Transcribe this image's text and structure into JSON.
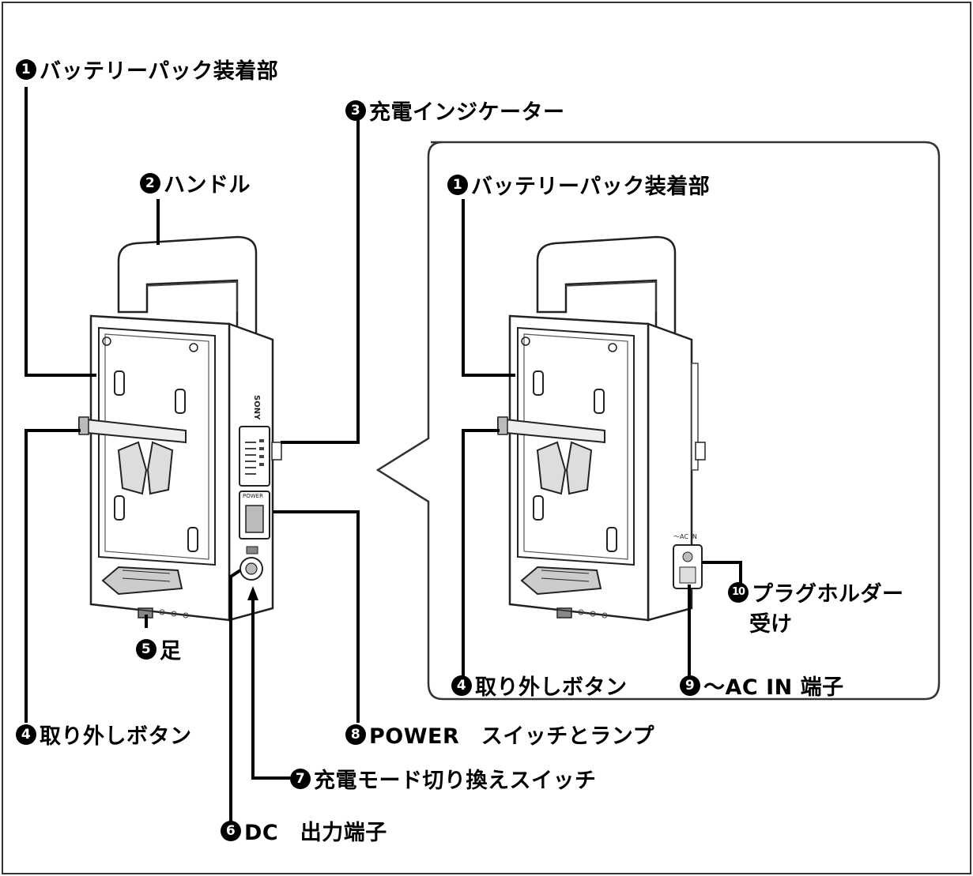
{
  "callouts": [
    {
      "id": "main-1",
      "num": "1",
      "text": "バッテリーパック装着部"
    },
    {
      "id": "main-2",
      "num": "2",
      "text": "ハンドル"
    },
    {
      "id": "main-3",
      "num": "3",
      "text": "充電インジケーター"
    },
    {
      "id": "main-4",
      "num": "4",
      "text": "取り外しボタン"
    },
    {
      "id": "main-5",
      "num": "5",
      "text": "足"
    },
    {
      "id": "main-6",
      "num": "6",
      "text": "DC　出力端子"
    },
    {
      "id": "main-7",
      "num": "7",
      "text": "充電モード切り換えスイッチ"
    },
    {
      "id": "main-8",
      "num": "8",
      "text": "POWER　スイッチとランプ"
    },
    {
      "id": "inset-1",
      "num": "1",
      "text": "バッテリーパック装着部"
    },
    {
      "id": "inset-4",
      "num": "4",
      "text": "取り外しボタン"
    },
    {
      "id": "inset-9",
      "num": "9",
      "text": "〜AC IN 端子"
    },
    {
      "id": "inset-10",
      "num": "10",
      "text": "プラグホルダー",
      "text2": "受け"
    }
  ],
  "device": {
    "brand": "SONY",
    "power_label": "POWER",
    "ac_label": "～AC IN"
  }
}
